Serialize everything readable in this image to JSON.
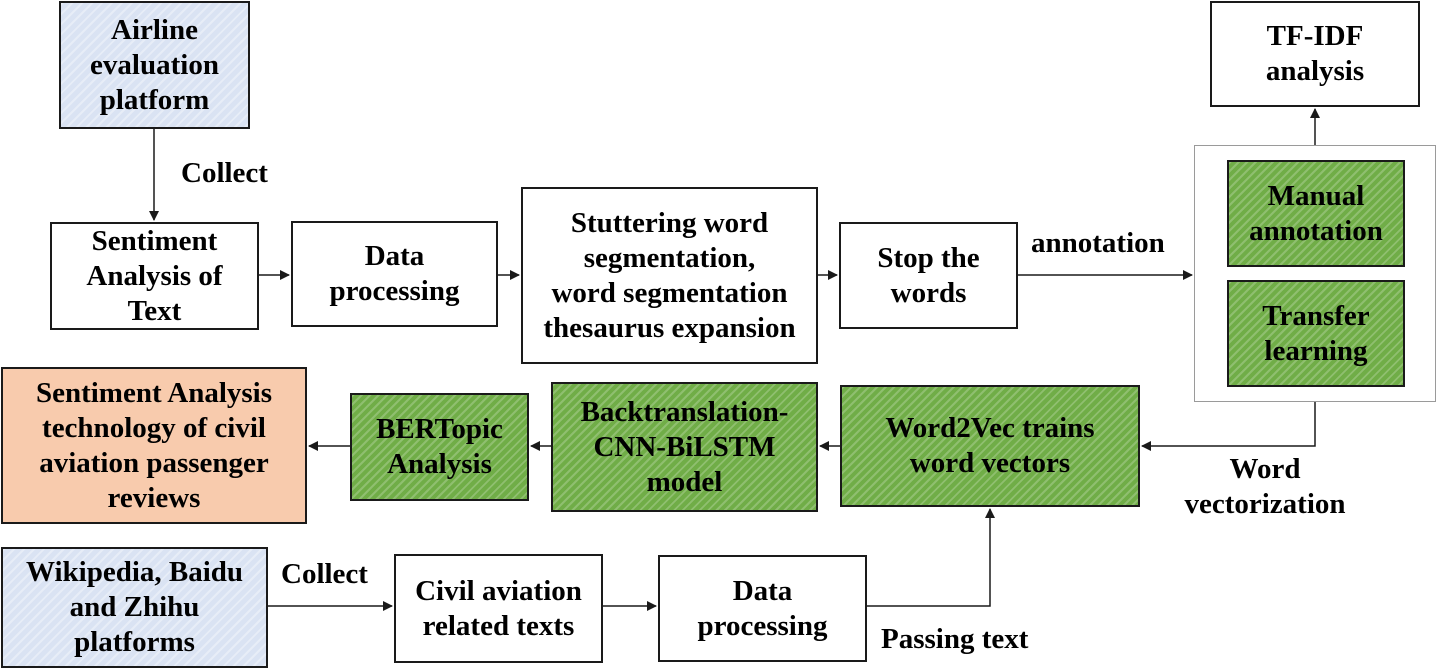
{
  "nodes": {
    "airline_platform": "Airline\nevaluation\nplatform",
    "sentiment_text": "Sentiment\nAnalysis of\nText",
    "data_processing_top": "Data\nprocessing",
    "stuttering": "Stuttering word\nsegmentation,\nword segmentation\nthesaurus expansion",
    "stop_words": "Stop the\nwords",
    "tfidf": "TF-IDF\nanalysis",
    "manual_annotation": "Manual\nannotation",
    "transfer_learning": "Transfer\nlearning",
    "word2vec": "Word2Vec trains\nword vectors",
    "backtranslation": "Backtranslation-\nCNN-BiLSTM\nmodel",
    "bertopic": "BERTopic\nAnalysis",
    "sentiment_tech": "Sentiment Analysis\ntechnology of civil\naviation passenger\nreviews",
    "wiki_platforms": "Wikipedia, Baidu\nand Zhihu\nplatforms",
    "civil_texts": "Civil aviation\nrelated texts",
    "data_processing_bottom": "Data\nprocessing"
  },
  "edge_labels": {
    "collect_top": "Collect",
    "annotation": "annotation",
    "word_vectorization": "Word\nvectorization",
    "collect_bottom": "Collect",
    "passing_text": "Passing text"
  },
  "colors": {
    "input_fill": "#dae3f3",
    "model_fill": "#70ad47",
    "output_fill": "#f8cbad",
    "line": "#1a1a1a",
    "group_border": "#9a9a9a"
  }
}
